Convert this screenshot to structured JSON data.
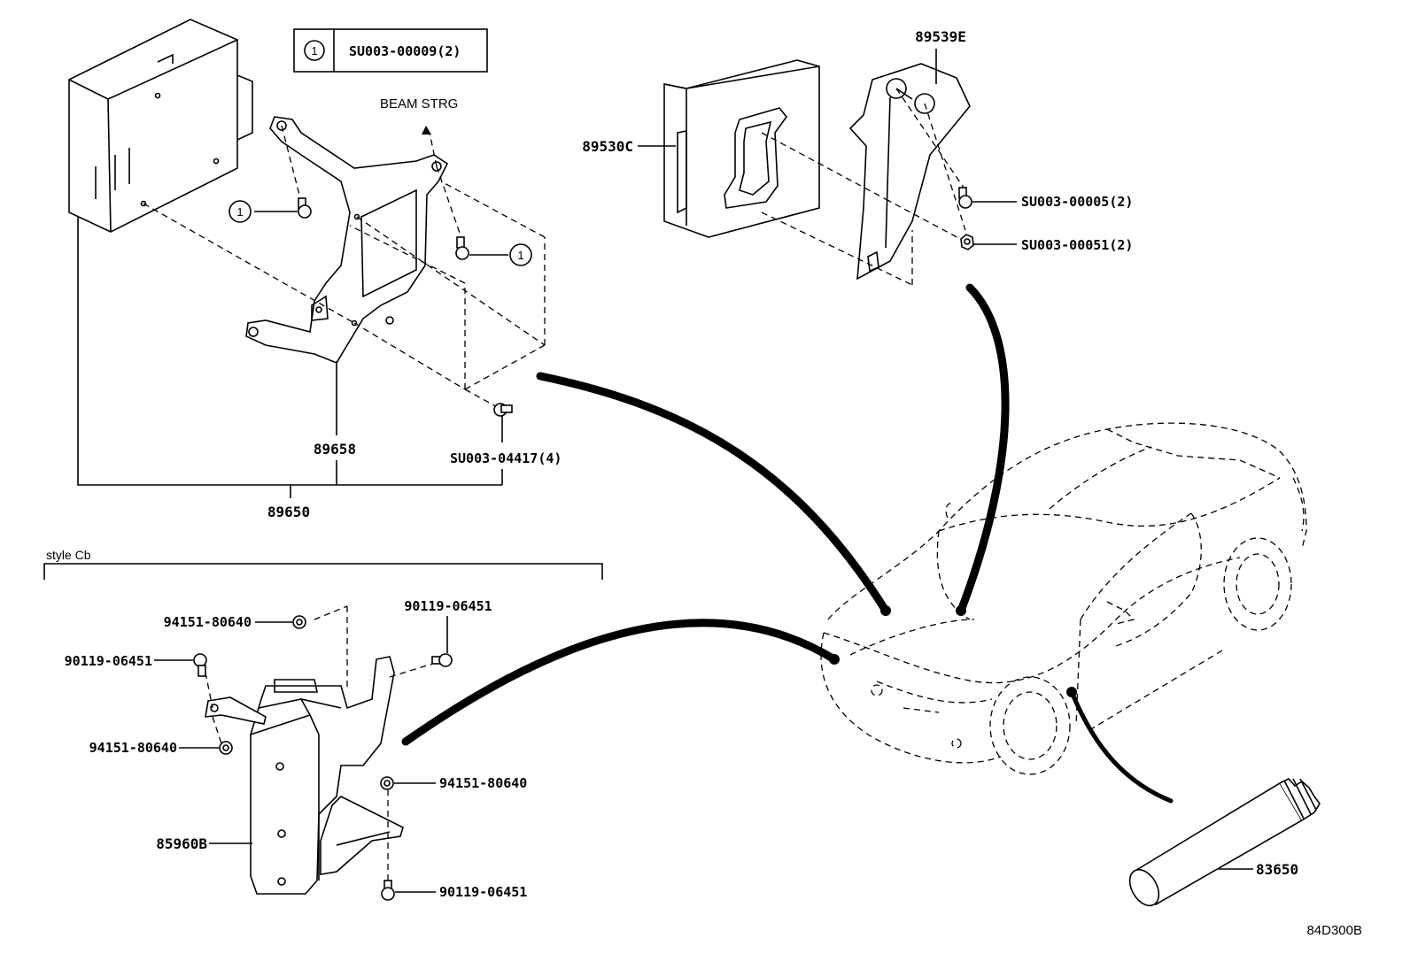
{
  "callout_table": {
    "marker": "1",
    "part": "SU003-00009(2)"
  },
  "beam_label": "BEAM STRG",
  "ecu_group": {
    "bracket_no": "89658",
    "assembly_no": "89650",
    "screw_no": "SU003-04417(4)",
    "callout_1": "1",
    "callout_2": "1"
  },
  "engine_ecu": {
    "ecu_no": "89530C",
    "bracket_no": "89539E",
    "bolt_no": "SU003-00005(2)",
    "nut_no": "SU003-00051(2)"
  },
  "style_group": {
    "heading": "style Cb",
    "part_no": "85960B",
    "clip_top": "94151-80640",
    "bolt_top_right": "90119-06451",
    "bolt_left": "90119-06451",
    "clip_left": "94151-80640",
    "clip_right": "94151-80640",
    "bolt_bottom": "90119-06451"
  },
  "tool": {
    "part_no": "83650"
  },
  "diagram_code": "84D300B"
}
